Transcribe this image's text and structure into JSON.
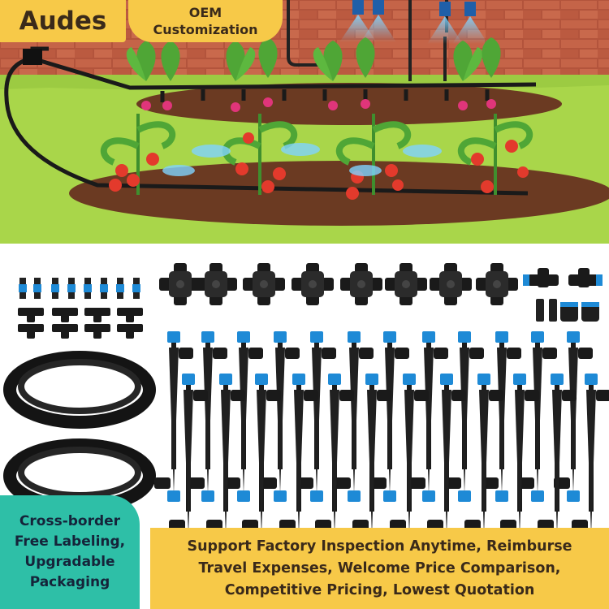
{
  "brand": {
    "name": "Audes"
  },
  "oem": {
    "line1": "OEM",
    "line2": "Customization"
  },
  "left_badge": {
    "line1": "Cross-border",
    "line2": "Free Labeling,",
    "line3": "Upgradable",
    "line4": "Packaging"
  },
  "right_banner": {
    "line1": "Support Factory Inspection Anytime, Reimburse",
    "line2": "Travel Expenses, Welcome Price Comparison,",
    "line3": "Competitive Pricing, Lowest Quotation"
  },
  "colors": {
    "brand_yellow": "#f7c948",
    "teal": "#2ebfa7",
    "blue_accent": "#1e8ad6",
    "soil": "#6b3a22",
    "lawn": "#a9d64a"
  }
}
